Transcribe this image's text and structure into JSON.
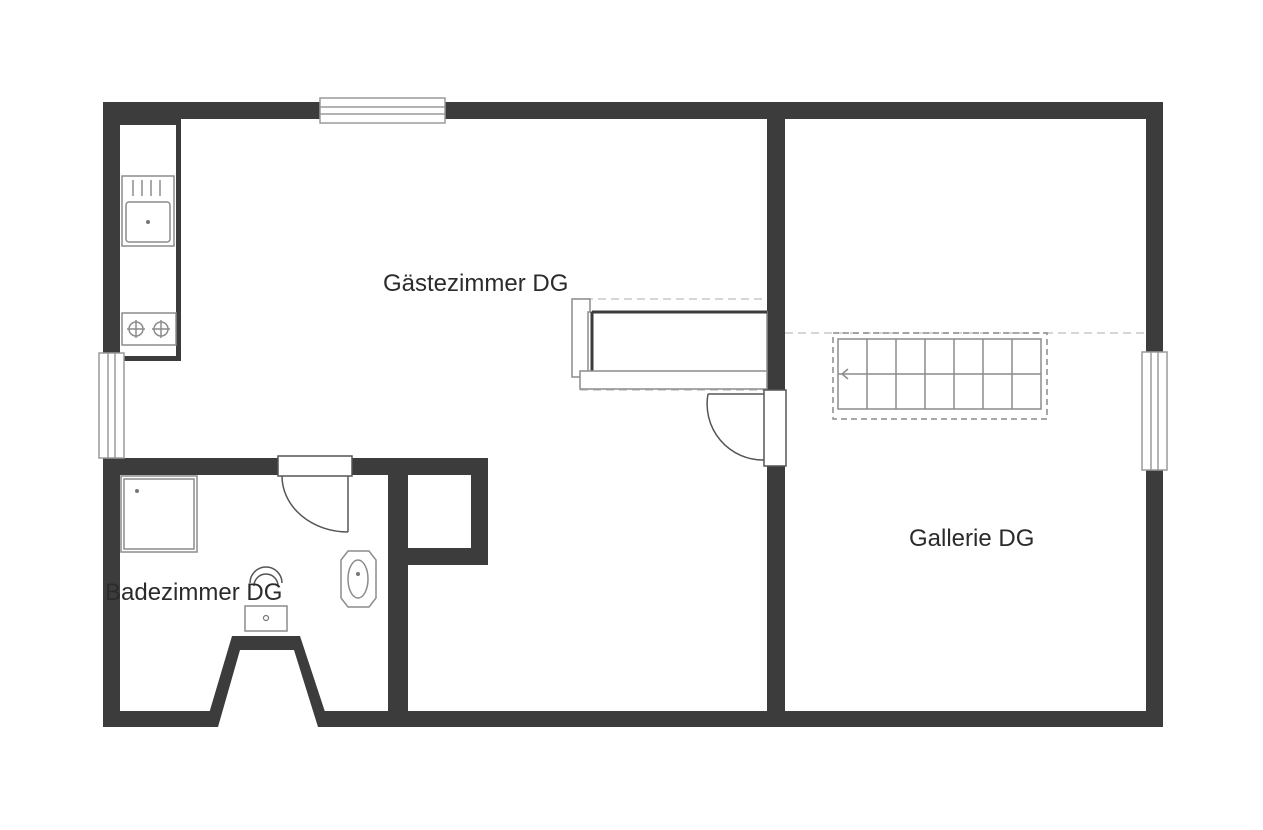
{
  "rooms": {
    "guest": {
      "label": "Gästezimmer DG"
    },
    "gallery": {
      "label": "Gallerie DG"
    },
    "bath": {
      "label": "Badezimmer DG"
    }
  },
  "colors": {
    "wall": "#3c3c3c",
    "fixture_stroke": "#8c8c8c",
    "dashed": "#c8c8c8",
    "background": "#ffffff"
  },
  "symbols": [
    "window-icon",
    "door-icon",
    "kitchen-sink-icon",
    "stove-icon",
    "shower-tray-icon",
    "washbasin-icon",
    "toilet-icon",
    "staircase-icon"
  ]
}
